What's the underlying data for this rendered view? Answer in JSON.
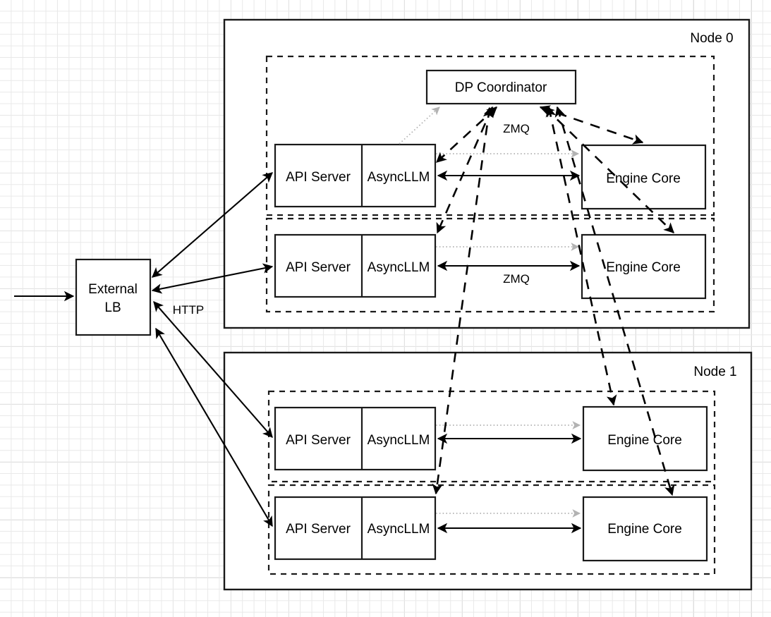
{
  "diagram": {
    "title": "vLLM data-parallel deployment topology",
    "background": {
      "type": "graph-paper-grid",
      "minor_color": "#e9e9e9",
      "major_color": "#d4d4d4"
    },
    "palette": {
      "stroke": "#000000",
      "box_fill": "#ffffff",
      "dotted_arrow": "#b3b3b3"
    },
    "external": {
      "label_line1": "External",
      "label_line2": "LB",
      "ingress_edge_label": "",
      "http_label": "HTTP"
    },
    "coordinator": {
      "label": "DP Coordinator"
    },
    "edge_labels": {
      "zmq_top": "ZMQ",
      "zmq_bottom": "ZMQ",
      "http": "HTTP"
    },
    "nodes": [
      {
        "label": "Node 0",
        "groups": [
          {
            "units": [
              {
                "label": "API Server"
              },
              {
                "label": "AsyncLLM"
              }
            ],
            "engine": {
              "label": "Engine Core"
            },
            "link_label": ""
          },
          {
            "units": [
              {
                "label": "API Server"
              },
              {
                "label": "AsyncLLM"
              }
            ],
            "engine": {
              "label": "Engine Core"
            },
            "link_label": "ZMQ"
          }
        ]
      },
      {
        "label": "Node 1",
        "groups": [
          {
            "units": [
              {
                "label": "API Server"
              },
              {
                "label": "AsyncLLM"
              }
            ],
            "engine": {
              "label": "Engine Core"
            },
            "link_label": ""
          },
          {
            "units": [
              {
                "label": "API Server"
              },
              {
                "label": "AsyncLLM"
              }
            ],
            "engine": {
              "label": "Engine Core"
            },
            "link_label": ""
          }
        ]
      }
    ]
  }
}
